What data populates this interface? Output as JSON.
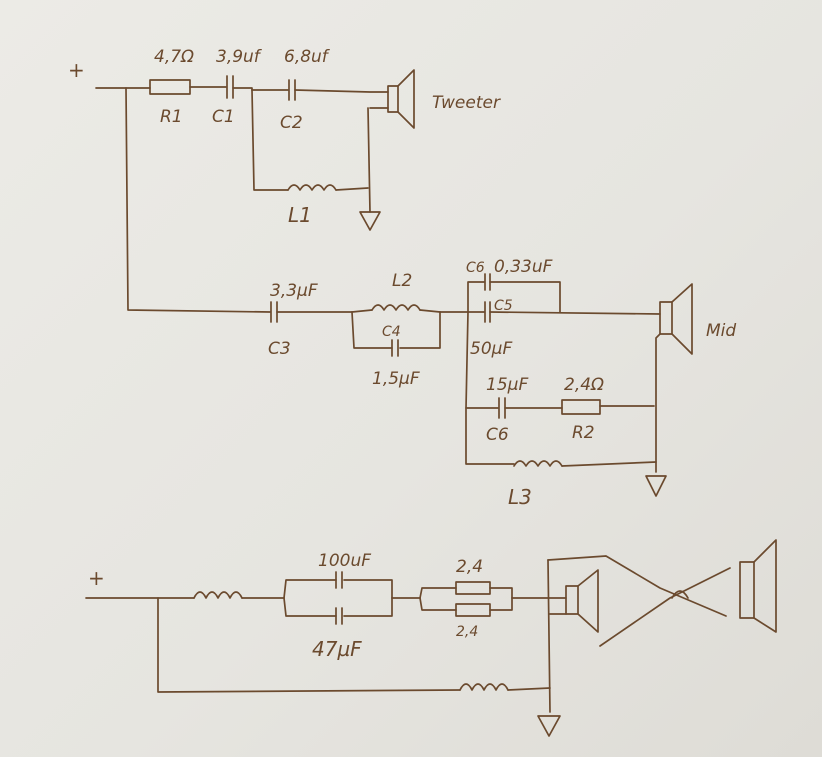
{
  "schematic": {
    "tweeter_section": {
      "plus": "+",
      "r1_value": "4,7Ω",
      "r1_name": "R1",
      "c1_value": "3,9uf",
      "c1_name": "C1",
      "c2_value": "6,8uf",
      "c2_name": "C2",
      "l1_name": "L1",
      "speaker_label": "Tweeter"
    },
    "mid_section": {
      "c3_value": "3,3µF",
      "c3_name": "C3",
      "l2_name": "L2",
      "c4_name": "C4",
      "c4_value": "1,5µF",
      "c6_top_name": "C6",
      "c6_top_value": "0,33uF",
      "c5_name": "C5",
      "c5_value": "50µF",
      "c6_value": "15µF",
      "c6_name": "C6",
      "r2_value": "2,4Ω",
      "r2_name": "R2",
      "l3_name": "L3",
      "speaker_label": "Mid"
    },
    "bass_section": {
      "plus": "+",
      "cap_top_value": "100uF",
      "cap_bottom_value": "47µF",
      "res_top_value": "2,4",
      "res_bottom_value": "2,4"
    },
    "ink_color": "#6b4a2e",
    "paper_color": "#e7e6e1"
  }
}
